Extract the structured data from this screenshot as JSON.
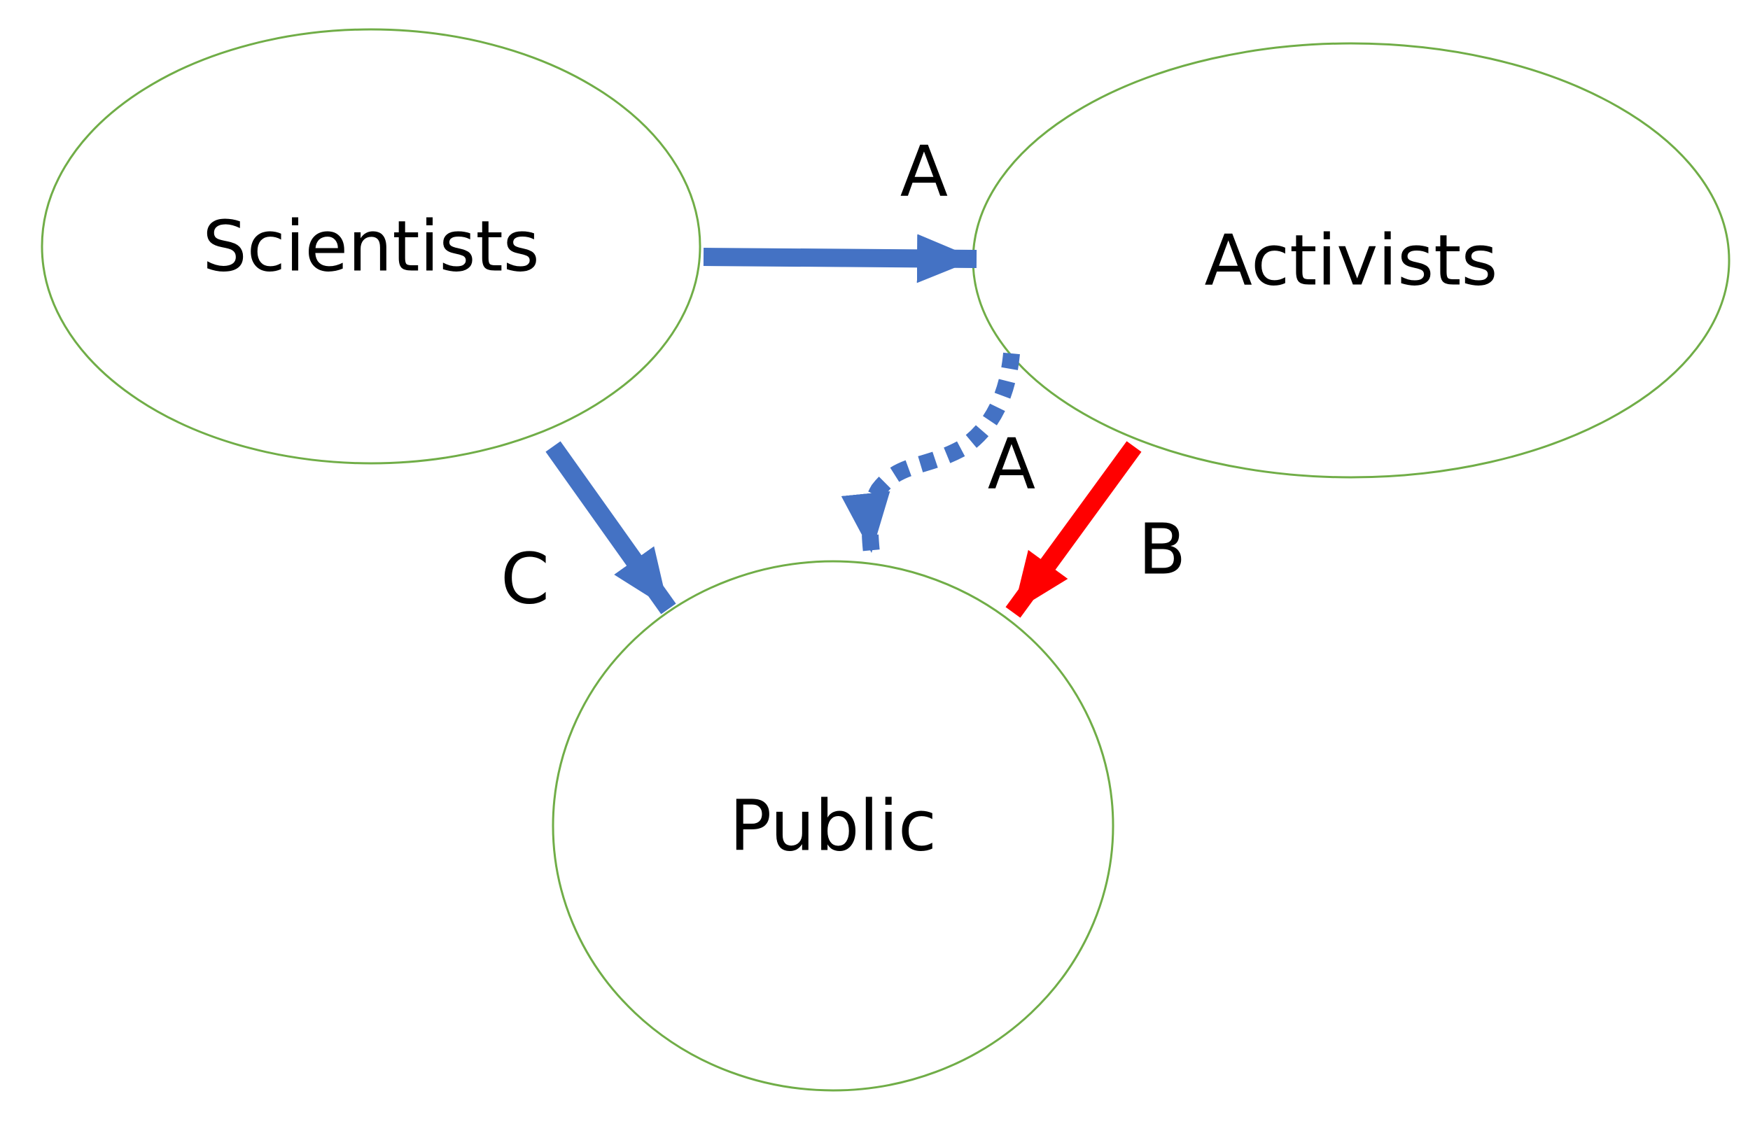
{
  "nodes": {
    "scientists": {
      "label": "Scientists"
    },
    "activists": {
      "label": "Activists"
    },
    "public": {
      "label": "Public"
    }
  },
  "edges": {
    "scientists_to_activists": {
      "label": "A",
      "color": "#4472c4",
      "style": "solid"
    },
    "activists_to_public": {
      "label": "A",
      "color": "#4472c4",
      "style": "dotted"
    },
    "activists_to_public_b": {
      "label": "B",
      "color": "#ff0000",
      "style": "solid"
    },
    "scientists_to_public": {
      "label": "C",
      "color": "#4472c4",
      "style": "solid"
    }
  },
  "colors": {
    "node_outline": "#70ad47",
    "blue_arrow": "#4472c4",
    "red_arrow": "#ff0000"
  }
}
